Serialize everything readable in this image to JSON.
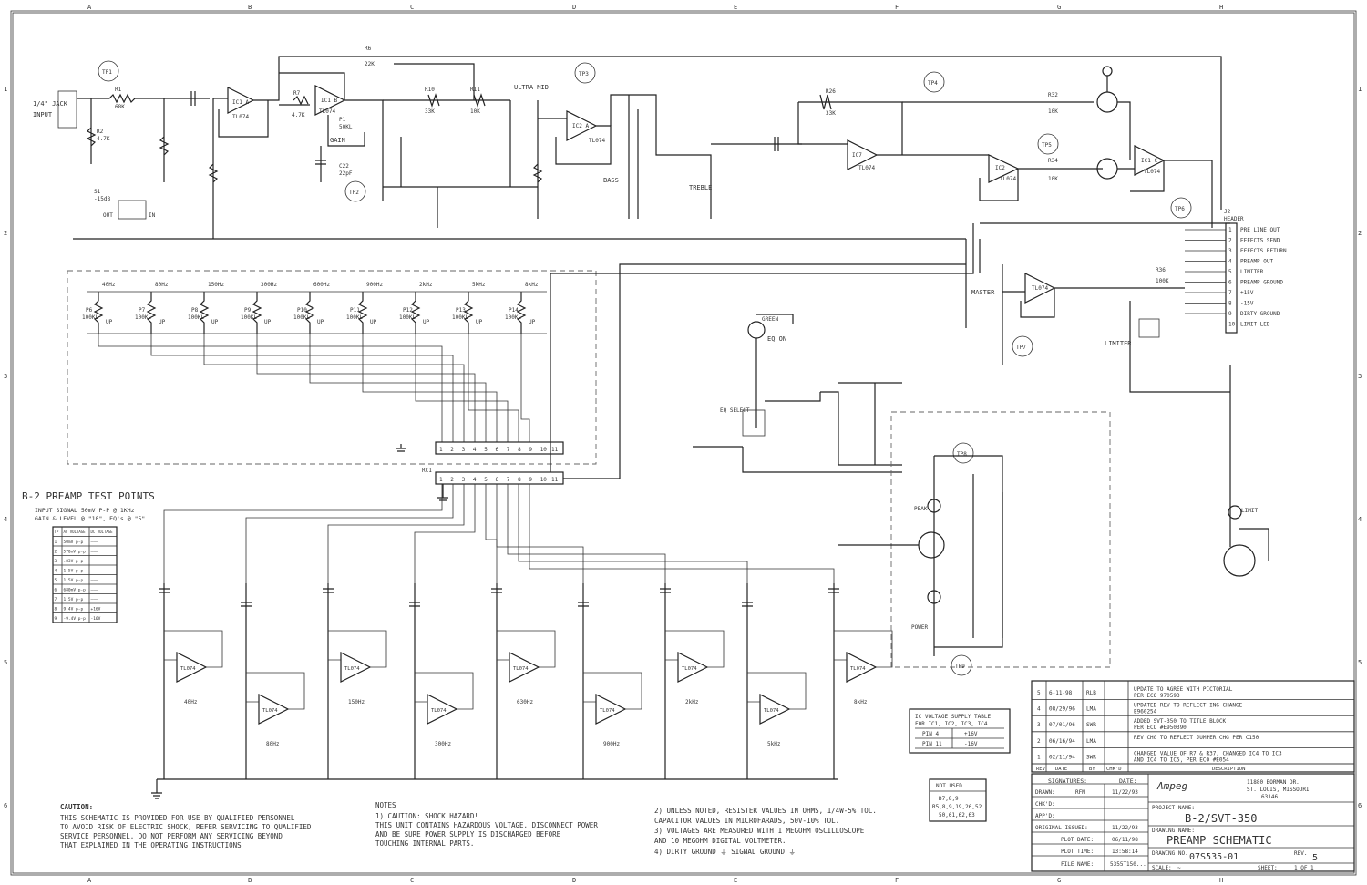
{
  "frame": {
    "cols": [
      "A",
      "B",
      "C",
      "D",
      "E",
      "F",
      "G",
      "H"
    ],
    "rows": [
      "1",
      "2",
      "3",
      "4",
      "5",
      "6"
    ]
  },
  "test_points": [
    "TP1",
    "TP2",
    "TP3",
    "TP4",
    "TP5",
    "TP6",
    "TP7",
    "TP8",
    "TP9"
  ],
  "opamp_label": "TL074",
  "components": {
    "ic1a": "IC1 A",
    "ic1b": "IC1 B",
    "ic2a": "IC2 A",
    "ic7": "IC7",
    "ic2": "IC2",
    "ic1c": "IC1 C",
    "r1": "R1",
    "r1v": "68K",
    "r2": "R2",
    "r2v": "4.7K",
    "r6": "R6",
    "r6v": "22K",
    "r7": "R7",
    "r7v": "4.7K",
    "r10": "R10",
    "r10v": "33K",
    "r11": "R11",
    "r11v": "10K",
    "r26": "R26",
    "r26v": "33K",
    "r32": "R32",
    "r32v": "10K",
    "r34": "R34",
    "r34v": "10K",
    "r36": "R36",
    "r36v": "100K",
    "p1": "P1",
    "p1v": "50KL",
    "c22": "C22",
    "c22v": "22pF",
    "s1": "S1",
    "s1v": "-15dB",
    "out": "OUT",
    "in": "IN",
    "jack": "1/4\" JACK",
    "input": "INPUT"
  },
  "control_labels": [
    "GAIN",
    "BASS",
    "ULTRA MID",
    "TREBLE",
    "MASTER",
    "LIMITER",
    "EQ ON",
    "EQ SELECT",
    "PEAK",
    "POWER",
    "LIMIT"
  ],
  "eq_bands": [
    "40Hz",
    "80Hz",
    "150Hz",
    "300Hz",
    "600Hz",
    "900Hz",
    "2kHz",
    "5kHz",
    "8kHz"
  ],
  "eq_pots": [
    "P6",
    "P7",
    "P8",
    "P9",
    "P10",
    "P11",
    "P12",
    "P13",
    "P14"
  ],
  "eq_pot_value": "100KL",
  "eq_up": "UP",
  "ribbon_pins": [
    "1",
    "2",
    "3",
    "4",
    "5",
    "6",
    "7",
    "8",
    "9",
    "10",
    "11"
  ],
  "ribbon_label": "RC1",
  "filter_bands": [
    "40Hz",
    "80Hz",
    "150Hz",
    "300Hz",
    "630Hz",
    "900Hz",
    "2kHz",
    "5kHz",
    "8kHz"
  ],
  "header_j2": {
    "title": "J2",
    "subtitle": "HEADER",
    "pins": [
      {
        "num": "1",
        "name": "PRE LINE OUT"
      },
      {
        "num": "2",
        "name": "EFFECTS SEND"
      },
      {
        "num": "3",
        "name": "EFFECTS RETURN"
      },
      {
        "num": "4",
        "name": "PREAMP OUT"
      },
      {
        "num": "5",
        "name": "LIMITER"
      },
      {
        "num": "6",
        "name": "PREAMP GROUND"
      },
      {
        "num": "7",
        "name": "+15V"
      },
      {
        "num": "8",
        "name": "-15V"
      },
      {
        "num": "9",
        "name": "DIRTY GROUND"
      },
      {
        "num": "10",
        "name": "LIMIT LED"
      }
    ]
  },
  "test_points_table": {
    "title": "B-2 PREAMP TEST POINTS",
    "note1": "INPUT SIGNAL 50mV P-P @ 1KHz",
    "note2": "GAIN & LEVEL @ \"10\", EQ's @ \"5\"",
    "headers": [
      "TP",
      "AC VOLTAGE",
      "DC VOLTAGE"
    ],
    "rows": [
      [
        "1",
        "50mV p-p",
        "———"
      ],
      [
        "2",
        "570mV p-p",
        "———"
      ],
      [
        "3",
        ".83V p-p",
        "———"
      ],
      [
        "4",
        "1.5V p-p",
        "———"
      ],
      [
        "5",
        "1.5V p-p",
        "———"
      ],
      [
        "6",
        "680mV p-p",
        "———"
      ],
      [
        "7",
        "1.5V p-p",
        "———"
      ],
      [
        "8",
        "9.4V p-p",
        "+16V"
      ],
      [
        "9",
        "-9.4V p-p",
        "-16V"
      ]
    ]
  },
  "ic_supply_table": {
    "title": "IC VOLTAGE SUPPLY TABLE",
    "subtitle": "FOR IC1, IC2, IC3, IC4",
    "rows": [
      [
        "PIN 4",
        "+16V"
      ],
      [
        "PIN 11",
        "-16V"
      ]
    ]
  },
  "not_used": {
    "title": "NOT USED",
    "lines": [
      "D7,8,9",
      "R5,8,9,19,26,52",
      "50,61,62,63"
    ]
  },
  "caution": {
    "title": "CAUTION:",
    "lines": [
      "THIS SCHEMATIC IS PROVIDED FOR USE BY QUALIFIED PERSONNEL",
      "TO AVOID RISK OF ELECTRIC SHOCK, REFER SERVICING TO QUALIFIED",
      "SERVICE PERSONNEL.  DO NOT PERFORM ANY SERVICING BEYOND",
      "THAT EXPLAINED IN THE OPERATING INSTRUCTIONS"
    ]
  },
  "notes": {
    "title": "NOTES",
    "lines": [
      "1) CAUTION:  SHOCK HAZARD!",
      "   THIS UNIT CONTAINS HAZARDOUS VOLTAGE.  DISCONNECT POWER",
      "   AND BE SURE POWER SUPPLY IS DISCHARGED BEFORE",
      "   TOUCHING INTERNAL PARTS."
    ],
    "lines2": [
      "2) UNLESS NOTED, RESISTER VALUES IN OHMS, 1/4W-5% TOL.",
      "   CAPACITOR VALUES IN MICROFARADS, 50V-10% TOL.",
      "3) VOLTAGES ARE MEASURED WITH 1 MEGOHM OSCILLOSCOPE",
      "   AND 10 MEGOHM DIGITAL VOLTMETER.",
      "4) DIRTY GROUND ⏚   SIGNAL GROUND ⏚"
    ]
  },
  "revisions": [
    {
      "rev": "5",
      "date": "6-11-98",
      "by": "RLB",
      "desc": [
        "UPDATE TO AGREE WITH PICTORIAL",
        "PER ECO 970593"
      ]
    },
    {
      "rev": "4",
      "date": "08/29/96",
      "by": "LMA",
      "desc": [
        "UPDATED REV TO REFLECT ING CHANGE",
        "E960254"
      ]
    },
    {
      "rev": "3",
      "date": "07/01/96",
      "by": "SWR",
      "desc": [
        "ADDED SVT-350 TO TITLE BLOCK",
        "PER ECO #E950390"
      ]
    },
    {
      "rev": "2",
      "date": "06/16/94",
      "by": "LMA",
      "desc": [
        "REV CHG TO REFLECT JUMPER CHG PER C150"
      ]
    },
    {
      "rev": "1",
      "date": "02/11/94",
      "by": "SWR",
      "desc": [
        "CHANGED VALUE OF R7 & R37, CHANGED IC4 TO IC3",
        "AND IC4 TO IC5, PER ECO #E054"
      ]
    }
  ],
  "rev_headers": [
    "REV",
    "DATE",
    "BY",
    "CHK'D",
    "DESCRIPTION"
  ],
  "title_block": {
    "signatures": "SIGNATURES:",
    "date_h": "DATE:",
    "drawn_l": "DRAWN:",
    "drawn_v": "RFM",
    "drawn_d": "11/22/93",
    "chkd_l": "CHK'D:",
    "appd_l": "APP'D:",
    "orig_l": "ORIGINAL ISSUED:",
    "orig_d": "11/22/93",
    "plot_date_l": "PLOT DATE:",
    "plot_date_v": "06/11/98",
    "plot_time_l": "PLOT TIME:",
    "plot_time_v": "13:58:14",
    "file_l": "FILE NAME:",
    "file_v": "5355T150...",
    "logo": "Ampeg",
    "address": [
      "11880 BORMAN DR.",
      "ST. LOUIS, MISSOURI",
      "63146"
    ],
    "project_l": "PROJECT NAME:",
    "project_v": "B-2/SVT-350",
    "drawing_name_l": "DRAWING NAME:",
    "drawing_name_v": "PREAMP SCHEMATIC",
    "drawing_no_l": "DRAWING NO.",
    "drawing_no_v": "07S535-01",
    "rev_l": "REV.",
    "rev_v": "5",
    "scale_l": "SCALE:",
    "scale_v": "~",
    "sheet_l": "SHEET:",
    "sheet_v": "1 OF 1"
  }
}
